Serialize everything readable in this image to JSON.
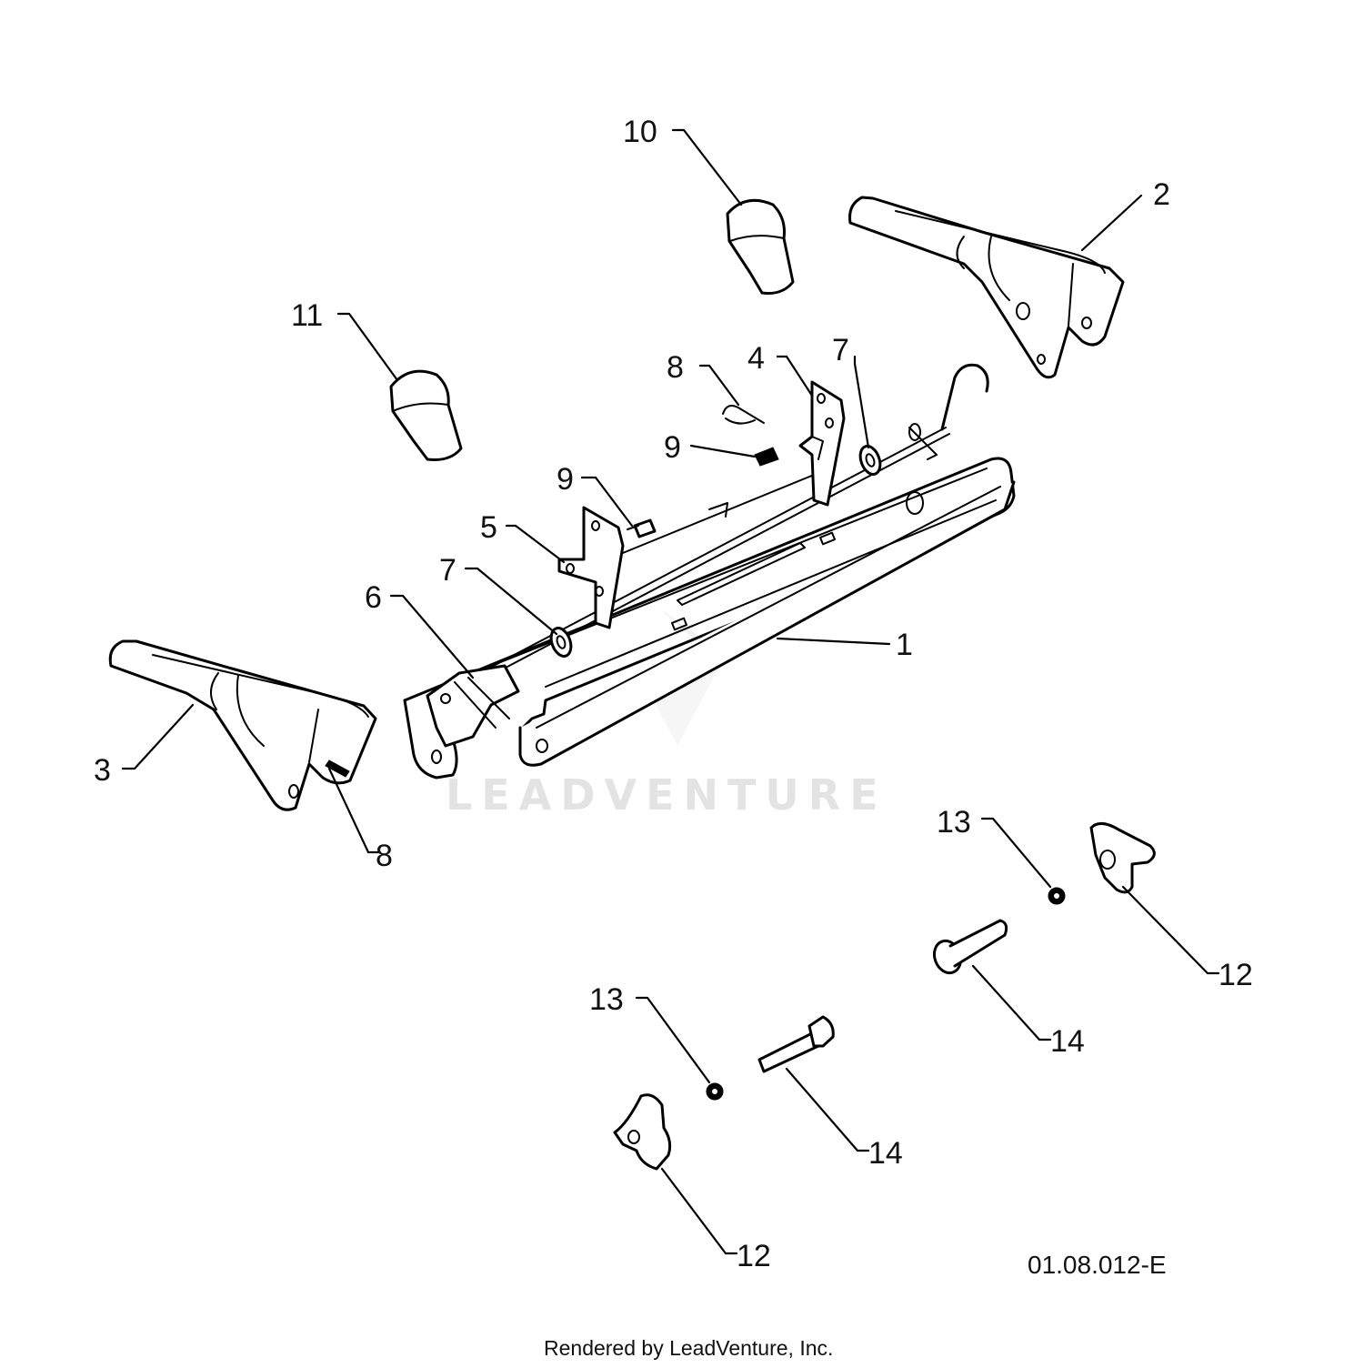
{
  "diagram": {
    "callouts": {
      "c1": "1",
      "c2": "2",
      "c3": "3",
      "c4": "4",
      "c5": "5",
      "c6": "6",
      "c7a": "7",
      "c7b": "7",
      "c8a": "8",
      "c8b": "8",
      "c9a": "9",
      "c9b": "9",
      "c10": "10",
      "c11": "11",
      "c12a": "12",
      "c12b": "12",
      "c13a": "13",
      "c13b": "13",
      "c14a": "14",
      "c14b": "14"
    },
    "diagram_code": "01.08.012-E",
    "watermark": "LEADVENTURE",
    "footer": "Rendered by LeadVenture, Inc."
  },
  "colors": {
    "line": "#000000",
    "background": "#ffffff",
    "watermark": "#e3e3e3"
  }
}
